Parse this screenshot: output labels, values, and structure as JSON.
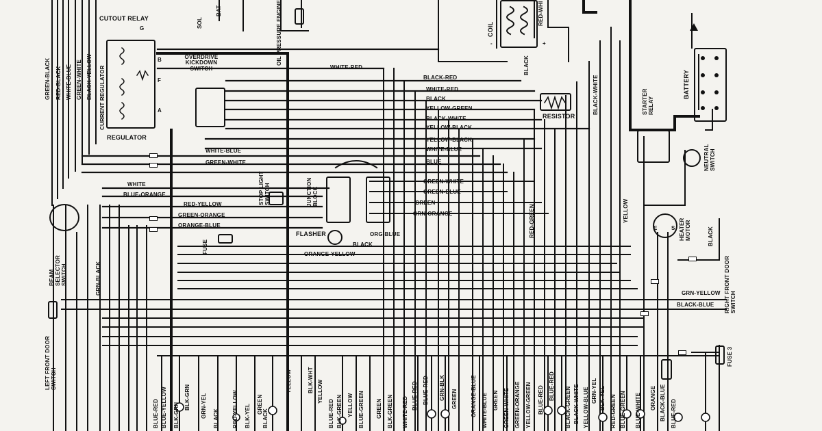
{
  "diagram": {
    "components": {
      "cutout_relay": "CUTOUT RELAY",
      "current_regulator": "CURRENT REGULATOR",
      "regulator": "REGULATOR",
      "overdrive_kickdown_switch": "OVERDRIVE KICKDOWN SWITCH",
      "oil_pressure_engine_switch": "OIL PRESSURE ENGINE SWITCH",
      "coil": "COIL",
      "resistor": "RESISTOR",
      "starter_relay": "STARTER RELAY",
      "battery": "BATTERY",
      "neutral_switch": "NEUTRAL SWITCH",
      "junction_block": "JUNCTION BLOCK",
      "stop_light_switch": "STOP LIGHT SWITCH",
      "flasher": "FLASHER",
      "fuse": "FUSE",
      "fuse3": "FUSE 3",
      "beam_selector_switch": "BEAM SELECTOR SWITCH",
      "heater_motor": "HEATER MOTOR",
      "right_front_door_switch": "RIGHT FRONT DOOR SWITCH",
      "left_front_door_switch": "LEFT FRONT DOOR SWITCH"
    },
    "terminals": {
      "g": "G",
      "b": "B",
      "f": "F",
      "a": "A",
      "sol": "SOL",
      "bat": "BAT",
      "plus": "+",
      "minus": "-",
      "e": "E",
      "s": "S"
    },
    "left_vertical_labels": [
      "GREEN-BLACK",
      "RED-BLACK",
      "WHITE-BLUE",
      "GREEN-WHITE",
      "BLACK-YELLOW"
    ],
    "horizontal_wire_labels": {
      "white_red_top": "WHITE-RED",
      "black_red": "BLACK-RED",
      "white_red": "WHITE-RED",
      "black": "BLACK",
      "yellow_green": "YELLOW-GREEN",
      "black_white": "BLACK-WHITE",
      "yellow_black": "YELLOW-BLACK",
      "yellow_black_2": "YELLOW-BLACK",
      "white_blue_right": "WHITE-BLUE",
      "blue": "BLUE",
      "white_blue_left": "WHITE-BLUE",
      "green_white_left": "GREEN-WHITE",
      "white": "WHITE",
      "blue_orange": "BLUE-ORANGE",
      "red_yellow": "RED-YELLOW",
      "green_orange": "GREEN-ORANGE",
      "orange_blue": "ORANGE-BLUE",
      "green_white_right": "GREEN-WHITE",
      "green_blue": "GREEN-BLUE",
      "green": "GREEN",
      "grn_orange": "GRN-ORANGE",
      "org_blue": "ORG-BLUE",
      "black_flasher": "BLACK",
      "orange_yellow": "ORANGE-YELLOW",
      "grn_yellow": "GRN-YELLOW",
      "black_blue": "BLACK-BLUE"
    },
    "right_vertical_labels": {
      "red_white": "RED-WHI",
      "black_white": "BLACK-WHITE",
      "red_green": "RED-GREEN",
      "yellow": "YELLOW",
      "black": "BLACK",
      "grn_black": "GRN-BLACK",
      "black_coil": "BLACK"
    },
    "bottom_labels": [
      "BLUE-RED",
      "BLUE-YELLOW",
      "BLK-GRN",
      "BLK-GRN",
      "GRN-YEL",
      "BLACK",
      "RED-YELLOW",
      "BLK-YEL",
      "GREEN",
      "BLACK",
      "YELLOW",
      "BLK-WHT",
      "YELLOW",
      "BLUE-RED",
      "BLK-GREEN",
      "YELLOW",
      "BLUE-GREEN",
      "GREEN",
      "BLK-GREEN",
      "WHITE-RED",
      "BLUE-RED",
      "BLUE-RED",
      "GRN-BLK",
      "GREEN",
      "ORANGE-BLUE",
      "WHITE-BLUE",
      "GREEN",
      "GREEN-WHITE",
      "GREEN-ORANGE",
      "YELLOW-GREEN",
      "BLUE-RED",
      "BLUE-RED",
      "BLACK-GREEN",
      "BLACK-WHITE",
      "YELLOW-BLUE",
      "GRN-YEL",
      "BLK-YEL",
      "RED-GREEN",
      "BLUE-GREEN",
      "BLUE-WHITE",
      "ORANGE",
      "BLACK-BLUE",
      "BLUE-RED"
    ]
  },
  "colors": {
    "ink": "#111111",
    "paper": "#f4f3ef"
  }
}
